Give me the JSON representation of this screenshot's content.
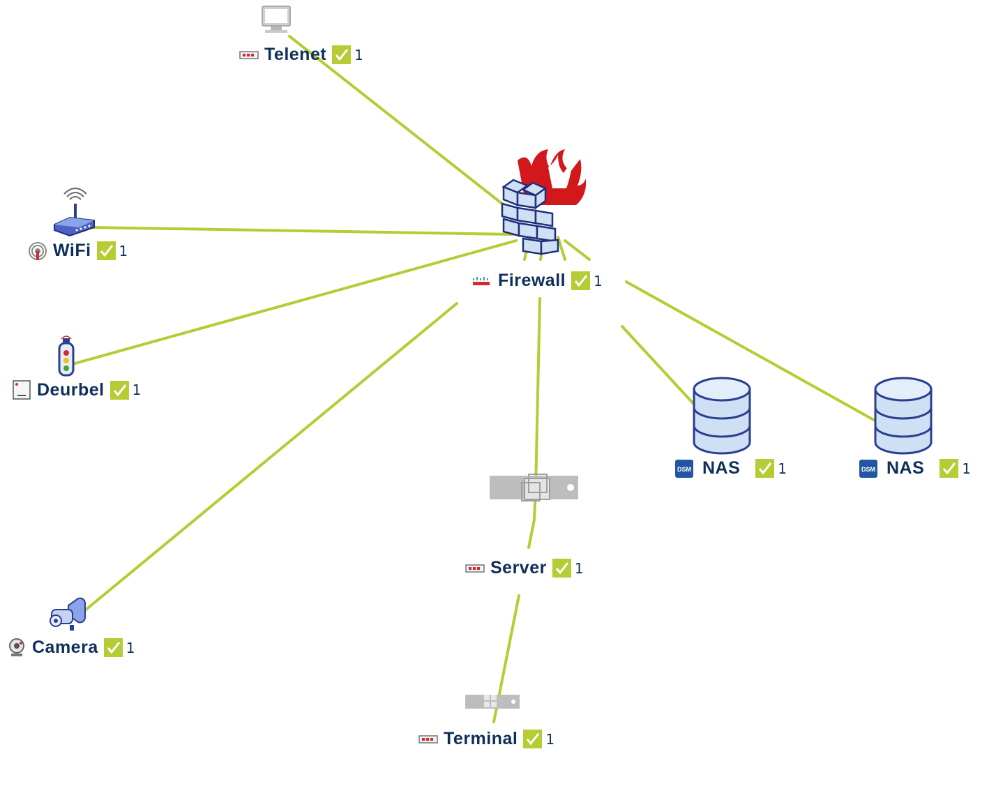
{
  "colors": {
    "link": "#b5cc34",
    "label": "#0f2f5a",
    "status_ok": "#b5cc34"
  },
  "nodes": {
    "telenet": {
      "name": "Telenet",
      "count": "1",
      "icon": "monitor-icon",
      "badge": "device-status-icon"
    },
    "firewall": {
      "name": "Firewall",
      "count": "1",
      "icon": "firewall-icon",
      "badge": "cisco-logo-icon"
    },
    "wifi": {
      "name": "WiFi",
      "count": "1",
      "icon": "router-icon",
      "badge": "wireless-icon"
    },
    "deurbel": {
      "name": "Deurbel",
      "count": "1",
      "icon": "doorbell-icon",
      "badge": "device-icon"
    },
    "camera": {
      "name": "Camera",
      "count": "1",
      "icon": "camera-icon",
      "badge": "webcam-icon"
    },
    "server": {
      "name": "Server",
      "count": "1",
      "icon": "server-icon",
      "badge": "device-status-icon"
    },
    "terminal": {
      "name": "Terminal",
      "count": "1",
      "icon": "windows-server-icon",
      "badge": "device-status-icon"
    },
    "nas1": {
      "name": "NAS",
      "count": "1",
      "icon": "database-icon",
      "badge": "dsm-logo-icon"
    },
    "nas2": {
      "name": "NAS",
      "count": "1",
      "icon": "database-icon",
      "badge": "dsm-logo-icon"
    }
  },
  "links": [
    {
      "from": "firewall",
      "to": "telenet"
    },
    {
      "from": "firewall",
      "to": "wifi"
    },
    {
      "from": "firewall",
      "to": "deurbel"
    },
    {
      "from": "firewall",
      "to": "camera"
    },
    {
      "from": "firewall",
      "to": "server"
    },
    {
      "from": "firewall",
      "to": "nas1"
    },
    {
      "from": "firewall",
      "to": "nas2"
    },
    {
      "from": "server",
      "to": "terminal"
    }
  ]
}
